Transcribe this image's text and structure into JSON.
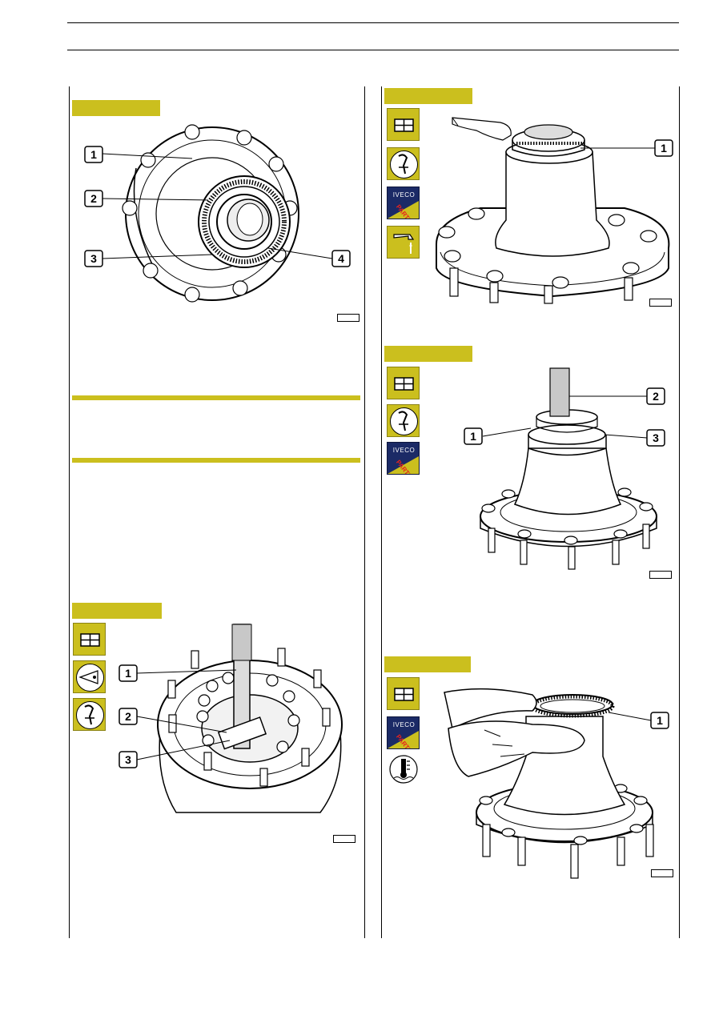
{
  "figures": [
    {
      "id": "fig-1",
      "callouts": [
        "1",
        "2",
        "3",
        "4"
      ]
    },
    {
      "id": "fig-2",
      "callouts": [
        "1"
      ],
      "icons": [
        "disassembly-icon",
        "tool-icon",
        "iveco-parts-icon",
        "lubricant-icon"
      ]
    },
    {
      "id": "fig-3",
      "callouts": [
        "1",
        "2",
        "3"
      ],
      "icons": [
        "disassembly-icon",
        "tool-icon",
        "iveco-parts-icon"
      ]
    },
    {
      "id": "fig-4",
      "callouts": [
        "1",
        "2",
        "3"
      ],
      "icons": [
        "disassembly-icon",
        "inspection-icon",
        "tool-icon"
      ]
    },
    {
      "id": "fig-5",
      "callouts": [
        "1"
      ],
      "icons": [
        "disassembly-icon",
        "iveco-parts-icon",
        "temperature-icon"
      ]
    }
  ],
  "badges": {
    "iveco_brand": "IVECO",
    "iveco_parts": "PARTS"
  },
  "colors": {
    "tab": "#cbbf1e",
    "iveco_blue": "#1b2a66",
    "parts_red": "#e8221c"
  }
}
